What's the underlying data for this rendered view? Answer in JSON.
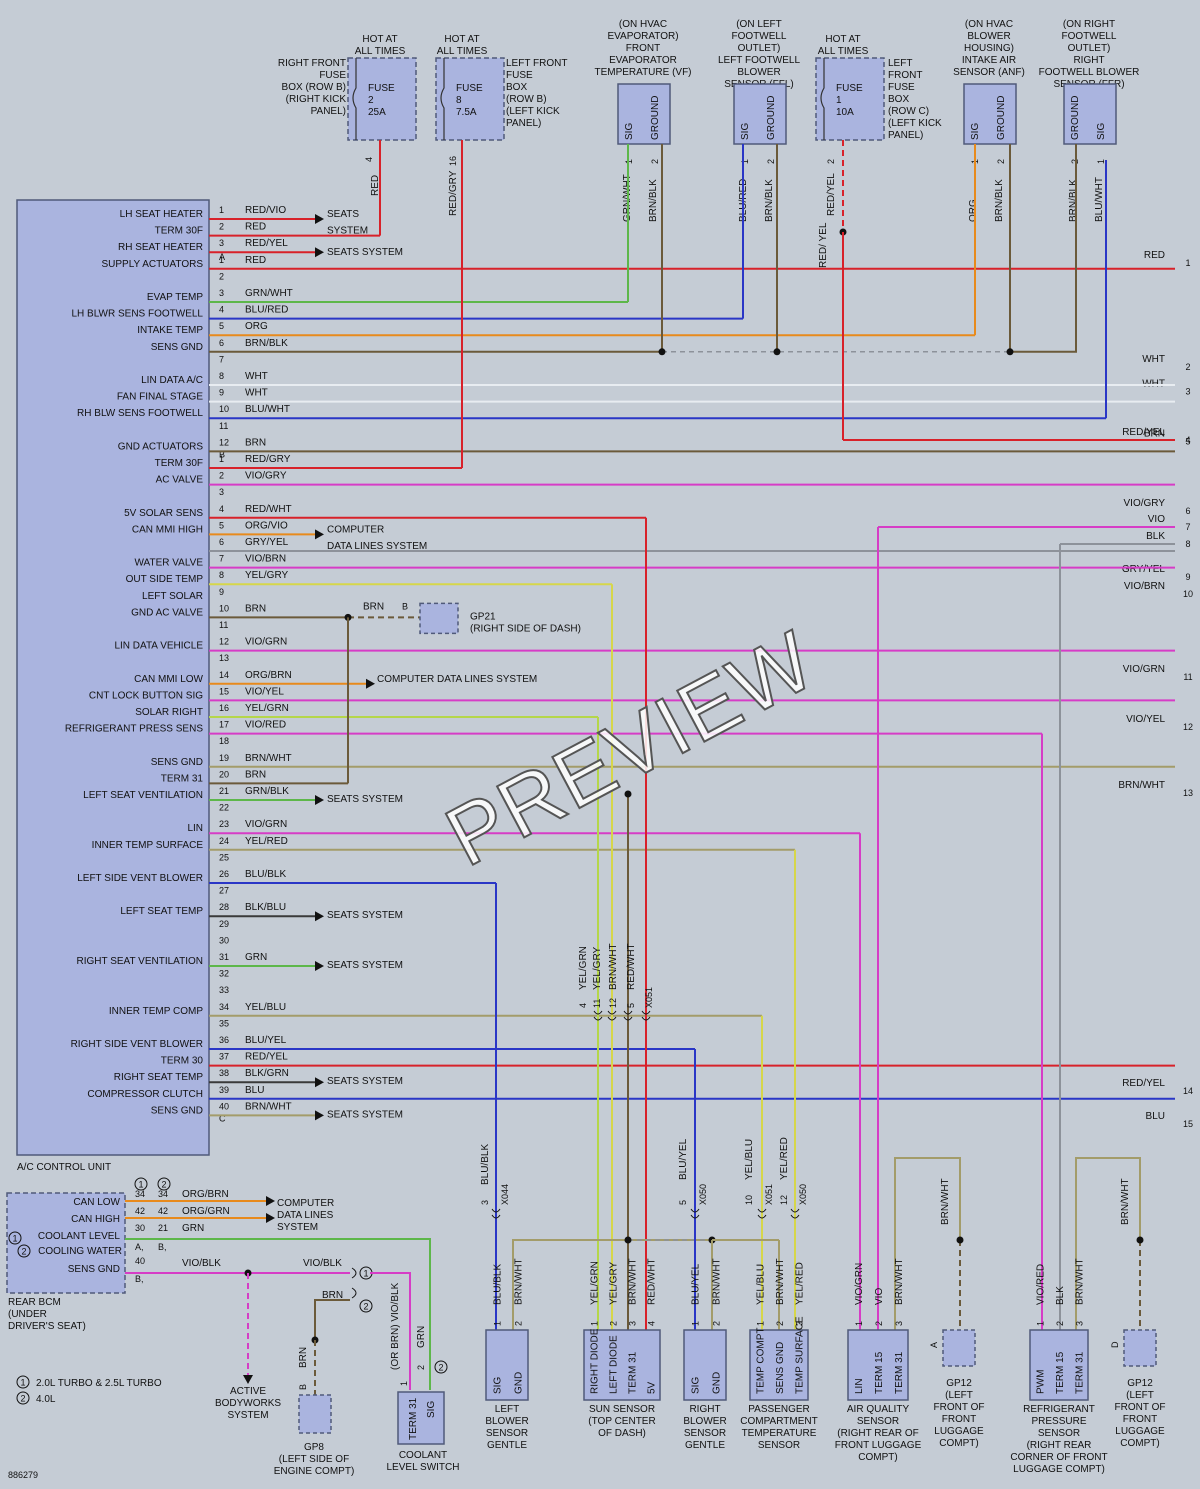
{
  "diagram_id": "886279",
  "watermark": "PREVIEW",
  "acu": {
    "title": "A/C CONTROL UNIT",
    "pins": [
      [
        "LH SEAT HEATER",
        "1",
        "RED/VIO"
      ],
      [
        "TERM 30F",
        "2",
        "RED"
      ],
      [
        "RH SEAT HEATER",
        "3",
        "RED/YEL"
      ],
      [
        "SUPPLY ACTUATORS",
        "1",
        "RED"
      ],
      [
        "",
        "2",
        ""
      ],
      [
        "EVAP TEMP",
        "3",
        "GRN/WHT"
      ],
      [
        "LH BLWR SENS FOOTWELL",
        "4",
        "BLU/RED"
      ],
      [
        "INTAKE TEMP",
        "5",
        "ORG"
      ],
      [
        "SENS GND",
        "6",
        "BRN/BLK"
      ],
      [
        "",
        "7",
        ""
      ],
      [
        "LIN DATA A/C",
        "8",
        "WHT"
      ],
      [
        "FAN FINAL STAGE",
        "9",
        "WHT"
      ],
      [
        "RH BLW SENS FOOTWELL",
        "10",
        "BLU/WHT"
      ],
      [
        "",
        "11",
        ""
      ],
      [
        "GND ACTUATORS",
        "12",
        "BRN"
      ],
      [
        "TERM 30F",
        "1",
        "RED/GRY"
      ],
      [
        "AC VALVE",
        "2",
        "VIO/GRY"
      ],
      [
        "",
        "3",
        ""
      ],
      [
        "5V SOLAR SENS",
        "4",
        "RED/WHT"
      ],
      [
        "CAN MMI HIGH",
        "5",
        "ORG/VIO"
      ],
      [
        "",
        "6",
        "GRY/YEL"
      ],
      [
        "WATER VALVE",
        "7",
        "VIO/BRN"
      ],
      [
        "OUT SIDE TEMP",
        "8",
        "YEL/GRY"
      ],
      [
        "LEFT SOLAR",
        "9",
        ""
      ],
      [
        "GND AC VALVE",
        "10",
        "BRN"
      ],
      [
        "",
        "11",
        ""
      ],
      [
        "LIN DATA VEHICLE",
        "12",
        "VIO/GRN"
      ],
      [
        "",
        "13",
        ""
      ],
      [
        "CAN MMI LOW",
        "14",
        "ORG/BRN"
      ],
      [
        "CNT LOCK BUTTON SIG",
        "15",
        "VIO/YEL"
      ],
      [
        "SOLAR RIGHT",
        "16",
        "YEL/GRN"
      ],
      [
        "REFRIGERANT PRESS SENS",
        "17",
        "VIO/RED"
      ],
      [
        "",
        "18",
        ""
      ],
      [
        "SENS GND",
        "19",
        "BRN/WHT"
      ],
      [
        "TERM 31",
        "20",
        "BRN"
      ],
      [
        "LEFT SEAT VENTILATION",
        "21",
        "GRN/BLK"
      ],
      [
        "",
        "22",
        ""
      ],
      [
        "LIN",
        "23",
        "VIO/GRN"
      ],
      [
        "INNER TEMP SURFACE",
        "24",
        "YEL/RED"
      ],
      [
        "",
        "25",
        ""
      ],
      [
        "LEFT SIDE VENT BLOWER",
        "26",
        "BLU/BLK"
      ],
      [
        "",
        "27",
        ""
      ],
      [
        "LEFT SEAT TEMP",
        "28",
        "BLK/BLU"
      ],
      [
        "",
        "29",
        ""
      ],
      [
        "",
        "30",
        ""
      ],
      [
        "RIGHT SEAT VENTILATION",
        "31",
        "GRN"
      ],
      [
        "",
        "32",
        ""
      ],
      [
        "",
        "33",
        ""
      ],
      [
        "INNER TEMP COMP",
        "34",
        "YEL/BLU"
      ],
      [
        "",
        "35",
        ""
      ],
      [
        "RIGHT SIDE VENT BLOWER",
        "36",
        "BLU/YEL"
      ],
      [
        "TERM 30",
        "37",
        "RED/YEL"
      ],
      [
        "RIGHT SEAT TEMP",
        "38",
        "BLK/GRN"
      ],
      [
        "COMPRESSOR CLUTCH",
        "39",
        "BLU"
      ],
      [
        "SENS GND",
        "40",
        "BRN/WHT"
      ]
    ],
    "connectors": [
      "A",
      "B",
      "C"
    ]
  },
  "right_edge": [
    [
      "RED",
      "1"
    ],
    [
      "WHT",
      "2"
    ],
    [
      "WHT",
      "3"
    ],
    [
      "RED/YEL",
      "4"
    ],
    [
      "BRN",
      "5"
    ],
    [
      "VIO/GRY",
      "6"
    ],
    [
      "VIO",
      "7"
    ],
    [
      "BLK",
      "8"
    ],
    [
      "GRY/YEL",
      "9"
    ],
    [
      "VIO/BRN",
      "10"
    ],
    [
      "VIO/GRN",
      "11"
    ],
    [
      "VIO/YEL",
      "12"
    ],
    [
      "BRN/WHT",
      "13"
    ],
    [
      "RED/YEL",
      "14"
    ],
    [
      "BLU",
      "15"
    ]
  ],
  "systems": {
    "seats": "SEATS SYSTEM",
    "seats2": "SEATS SYSTEM",
    "computer": "COMPUTER DATA LINES SYSTEM",
    "computer_a": "COMPUTER",
    "computer_b": "DATA LINES SYSTEM",
    "computer_c": "DATA LINES",
    "computer_d": "SYSTEM",
    "bodyworks": [
      "ACTIVE",
      "BODYWORKS",
      "SYSTEM"
    ]
  },
  "top_components": {
    "fuse_rf": {
      "hot": [
        "HOT AT",
        "ALL TIMES"
      ],
      "label": [
        "RIGHT FRONT",
        "FUSE",
        "BOX (ROW B)",
        "(RIGHT KICK",
        "PANEL)"
      ],
      "fuse": [
        "FUSE",
        "2",
        "25A"
      ],
      "pin": "4",
      "wire": "RED"
    },
    "fuse_lf": {
      "hot": [
        "HOT AT",
        "ALL TIMES"
      ],
      "label": [
        "LEFT FRONT",
        "FUSE",
        "BOX",
        "(ROW B)",
        "(LEFT KICK",
        "PANEL)"
      ],
      "fuse": [
        "FUSE",
        "8",
        "7.5A"
      ],
      "pin": "16",
      "wire": "RED/GRY"
    },
    "vf": {
      "label": [
        "(ON HVAC",
        "EVAPORATOR)",
        "FRONT",
        "EVAPORATOR",
        "TEMPERATURE (VF)"
      ],
      "pins": [
        "SIG",
        "GROUND"
      ],
      "nums": [
        "1",
        "2"
      ],
      "wires": [
        "GRN/WHT",
        "BRN/BLK"
      ]
    },
    "ffl": {
      "label": [
        "(ON LEFT",
        "FOOTWELL",
        "OUTLET)",
        "LEFT FOOTWELL",
        "BLOWER",
        "SENSOR (FFL)"
      ],
      "pins": [
        "SIG",
        "GROUND"
      ],
      "nums": [
        "1",
        "2"
      ],
      "wires": [
        "BLU/RED",
        "BRN/BLK"
      ]
    },
    "fuse_lfc": {
      "hot": [
        "HOT AT",
        "ALL TIMES"
      ],
      "label": [
        "LEFT",
        "FRONT",
        "FUSE",
        "BOX",
        "(ROW C)",
        "(LEFT KICK",
        "PANEL)"
      ],
      "fuse": [
        "FUSE",
        "1",
        "10A"
      ],
      "pin": "2",
      "wire": "RED/YEL",
      "wire2": "RED/ YEL"
    },
    "anf": {
      "label": [
        "(ON HVAC",
        "BLOWER",
        "HOUSING)",
        "INTAKE AIR",
        "SENSOR (ANF)"
      ],
      "pins": [
        "SIG",
        "GROUND"
      ],
      "nums": [
        "1",
        "2"
      ],
      "wires": [
        "ORG",
        "BRN/BLK"
      ]
    },
    "ffr": {
      "label": [
        "(ON RIGHT",
        "FOOTWELL",
        "OUTLET)",
        "RIGHT",
        "FOOTWELL BLOWER",
        "SENSOR (FFR)"
      ],
      "pins": [
        "GROUND",
        "SIG"
      ],
      "nums": [
        "2",
        "1"
      ],
      "wires": [
        "BRN/BLK",
        "BLU/WHT"
      ]
    }
  },
  "gp21": {
    "name": "GP21",
    "desc": "(RIGHT SIDE OF DASH)",
    "wire": "BRN",
    "pin": "B"
  },
  "bcm": {
    "legend_1": "1",
    "legend_2": "2",
    "rows": [
      [
        "CAN LOW",
        "34",
        "34",
        "ORG/BRN"
      ],
      [
        "CAN HIGH",
        "42",
        "42",
        "ORG/GRN"
      ],
      [
        "COOLANT LEVEL",
        "30",
        "21",
        "GRN"
      ],
      [
        "SENS GND",
        "40",
        "",
        ""
      ]
    ],
    "cooling": "COOLING WATER",
    "cl_mark": "1",
    "cw_mark": "2",
    "conns": [
      "A,",
      "B,",
      "B,"
    ],
    "vio_blk": "VIO/BLK",
    "vio_blk2": "VIO/BLK",
    "brn": "BRN",
    "title": [
      "REAR BCM",
      "(UNDER",
      "DRIVER'S SEAT)"
    ]
  },
  "legend": [
    [
      "1",
      "2.0L TURBO & 2.5L TURBO"
    ],
    [
      "2",
      "4.0L"
    ]
  ],
  "bottom": {
    "gp8": {
      "name": "GP8",
      "desc": [
        "(LEFT SIDE OF",
        "ENGINE COMPT)"
      ],
      "pin": "B",
      "wire": "BRN"
    },
    "coolant": {
      "pins": [
        "TERM 31",
        "SIG"
      ],
      "nums": [
        "1",
        "2"
      ],
      "wires": [
        "(OR BRN) VIO/BLK",
        "GRN"
      ],
      "label": [
        "COOLANT",
        "LEVEL SWITCH"
      ],
      "mark": "2"
    },
    "lbs": {
      "pins": [
        "SIG",
        "GND"
      ],
      "nums": [
        "1",
        "2"
      ],
      "wires": [
        "BLU/BLK",
        "BRN/WHT"
      ],
      "label": [
        "LEFT",
        "BLOWER",
        "SENSOR",
        "GENTLE"
      ],
      "xw": "BLU/BLK",
      "xp": "3",
      "xc": "X044"
    },
    "sun": {
      "pins": [
        "RIGHT DIODE",
        "LEFT DIODE",
        "TERM 31",
        "5V"
      ],
      "nums": [
        "1",
        "2",
        "3",
        "4"
      ],
      "wires": [
        "YEL/GRN",
        "YEL/GRY",
        "BRN/WHT",
        "RED/WHT"
      ],
      "label": [
        "SUN SENSOR",
        "(TOP CENTER",
        "OF DASH)"
      ],
      "xnums": [
        "4",
        "11",
        "12",
        "5"
      ],
      "xc": "X051"
    },
    "rbs": {
      "pins": [
        "SIG",
        "GND"
      ],
      "nums": [
        "1",
        "2"
      ],
      "wires": [
        "BLU/YEL",
        "BRN/WHT"
      ],
      "label": [
        "RIGHT",
        "BLOWER",
        "SENSOR",
        "GENTLE"
      ],
      "xw": "BLU/YEL",
      "xp": "5",
      "xc": "X050"
    },
    "pct": {
      "pins": [
        "TEMP COMPT",
        "SENS GND",
        "TEMP SURFACE"
      ],
      "nums": [
        "1",
        "2",
        "3"
      ],
      "wires": [
        "YEL/BLU",
        "BRN/WHT",
        "YEL/RED"
      ],
      "label": [
        "PASSENGER",
        "COMPARTMENT",
        "TEMPERATURE",
        "SENSOR"
      ],
      "xw": [
        "YEL/BLU",
        "YEL/RED"
      ],
      "xp": [
        "10",
        "12"
      ],
      "xc": [
        "X051",
        "X050"
      ]
    },
    "aqs": {
      "pins": [
        "LIN",
        "TERM 15",
        "TERM 31"
      ],
      "nums": [
        "1",
        "2",
        "3"
      ],
      "wires": [
        "VIO/GRN",
        "VIO",
        "BRN/WHT"
      ],
      "label": [
        "AIR QUALITY",
        "SENSOR",
        "(RIGHT REAR OF",
        "FRONT LUGGAGE",
        "COMPT)"
      ]
    },
    "gp12a": {
      "name": "GP12",
      "desc": [
        "(LEFT",
        "FRONT OF",
        "FRONT",
        "LUGGAGE",
        "COMPT)"
      ],
      "pin": "A",
      "wire": "BRN/WHT"
    },
    "rps": {
      "pins": [
        "PWM",
        "TERM 15",
        "TERM 31"
      ],
      "nums": [
        "1",
        "2",
        "3"
      ],
      "wires": [
        "VIO/RED",
        "BLK",
        "BRN/WHT"
      ],
      "label": [
        "REFRIGERANT",
        "PRESSURE",
        "SENSOR",
        "(RIGHT REAR",
        "CORNER OF FRONT",
        "LUGGAGE COMPT)"
      ]
    },
    "gp12d": {
      "name": "GP12",
      "desc": [
        "(LEFT",
        "FRONT OF",
        "FRONT",
        "LUGGAGE",
        "COMPT)"
      ],
      "pin": "D",
      "wire": "BRN/WHT"
    }
  },
  "colors": {
    "bg": "#c5ccd5",
    "box": "#aab4df",
    "box_border": "#505a7a",
    "red": "#d8212a",
    "green": "#5db74a",
    "blue": "#2a36c6",
    "orange": "#e88a1c",
    "brown": "#6b5a3a",
    "white": "#e8ecf1",
    "violet": "#d63cc6",
    "gray": "#8d929a",
    "yellow": "#d6d64a",
    "yelgrn": "#b5d64a",
    "olive": "#a39c6a",
    "black": "#3a3a3a"
  }
}
